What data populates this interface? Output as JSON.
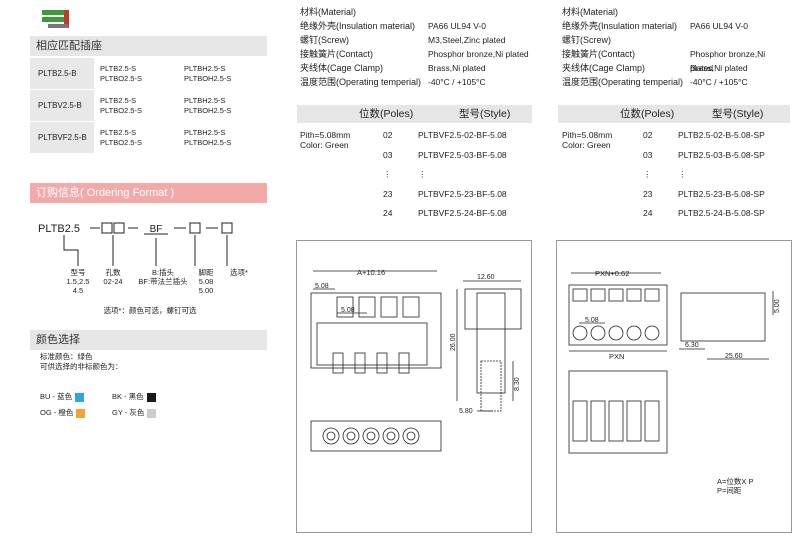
{
  "left": {
    "match_title": "相应匹配插座",
    "matches": [
      {
        "name": "PLTB2.5-B",
        "col1": [
          "PLTB2.5-S",
          "PLTBO2.5-S"
        ],
        "col2": [
          "PLTBH2.5-S",
          "PLTBOH2.5-S"
        ]
      },
      {
        "name": "PLTBV2.5-B",
        "col1": [
          "PLTB2.5-S",
          "PLTBO2.5-S"
        ],
        "col2": [
          "PLTBH2.5-S",
          "PLTBOH2.5-S"
        ]
      },
      {
        "name": "PLTBVF2.5-B",
        "col1": [
          "PLTB2.5-S",
          "PLTBO2.5-S"
        ],
        "col2": [
          "PLTBH2.5-S",
          "PLTBOH2.5-S"
        ]
      }
    ],
    "ordering_title": "订购信息( Ordering  Format )",
    "order_prefix": "PLTB2.5",
    "order_bf_top": "B",
    "order_bf_bottom": "BF",
    "labels": {
      "l1": "型号\n1.5,2.5\n4.5",
      "l2": "孔数\n02-24",
      "l3": "B:插头\nBF:带法兰插头",
      "l4": "脚距\n5.08\n5.00",
      "l5": "选项*"
    },
    "option_note": "选项*：颜色可选，螺钉可选",
    "color_title": "颜色选择",
    "color_std": "标准颜色：绿色",
    "color_alt": "可供选择的非标颜色为：",
    "colors": [
      {
        "label": "BU - 蓝色",
        "hex": "#29a9e0"
      },
      {
        "label": "BK - 黑色",
        "hex": "#1a1a1a"
      },
      {
        "label": "OG - 橙色",
        "hex": "#f4a23a"
      },
      {
        "label": "GY - 灰色",
        "hex": "#cccccc"
      }
    ]
  },
  "mid": {
    "specs": [
      {
        "k": "材料(Material)",
        "v": ""
      },
      {
        "k": "绝缘外壳(Insulation material)",
        "v": "PA66 UL94 V-0"
      },
      {
        "k": "螺钉(Screw)",
        "v": "M3,Steel,Zinc plated"
      },
      {
        "k": "接触簧片(Contact)",
        "v": "Phosphor bronze,Ni plated"
      },
      {
        "k": "夹线体(Cage Clamp)",
        "v": "Brass,Ni plated"
      },
      {
        "k": "温度范围(Operating temperial)",
        "v": "-40°C / +105°C"
      }
    ],
    "poles_label": "位数(Poles)",
    "style_label": "型号(Style)",
    "pitch": "Pith=5.08mm",
    "color": "Color: Green",
    "rows": [
      {
        "p": "02",
        "s": "PLTBVF2.5-02-BF-5.08"
      },
      {
        "p": "03",
        "s": "PLTBVF2.5-03-BF-5.08"
      },
      {
        "p": "⋮",
        "s": "⋮"
      },
      {
        "p": "23",
        "s": "PLTBVF2.5-23-BF-5.08"
      },
      {
        "p": "24",
        "s": "PLTBVF2.5-24-BF-5.08"
      }
    ],
    "dims": {
      "a": "A+10.16",
      "b": "5.08",
      "c": "5.08",
      "d": "12.60",
      "e": "26.00",
      "f": "8.30",
      "g": "5.80"
    }
  },
  "right": {
    "specs": [
      {
        "k": "材料(Material)",
        "v": ""
      },
      {
        "k": "绝缘外壳(Insulation material)",
        "v": "PA66 UL94 V-0"
      },
      {
        "k": "螺钉(Screw)",
        "v": ""
      },
      {
        "k": "接触簧片(Contact)",
        "v": "Phosphor bronze,Ni plated"
      },
      {
        "k": "夹线体(Cage Clamp)",
        "v": "Brass,Ni plated"
      },
      {
        "k": "温度范围(Operating temperial)",
        "v": "-40°C / +105°C"
      }
    ],
    "poles_label": "位数(Poles)",
    "style_label": "型号(Style)",
    "pitch": "Pith=5.08mm",
    "color": "Color: Green",
    "rows": [
      {
        "p": "02",
        "s": "PLTB2.5-02-B-5.08-SP"
      },
      {
        "p": "03",
        "s": "PLTB2.5-03-B-5.08-SP"
      },
      {
        "p": "⋮",
        "s": "⋮"
      },
      {
        "p": "23",
        "s": "PLTB2.5-23-B-5.08-SP"
      },
      {
        "p": "24",
        "s": "PLTB2.5-24-B-5.08-SP"
      }
    ],
    "dims": {
      "a": "PXN+0.62",
      "b": "5.08",
      "c": "PXN",
      "d": "5.00",
      "e": "6.30",
      "f": "25.60"
    },
    "note1": "A=位数X P",
    "note2": "P=间距"
  }
}
